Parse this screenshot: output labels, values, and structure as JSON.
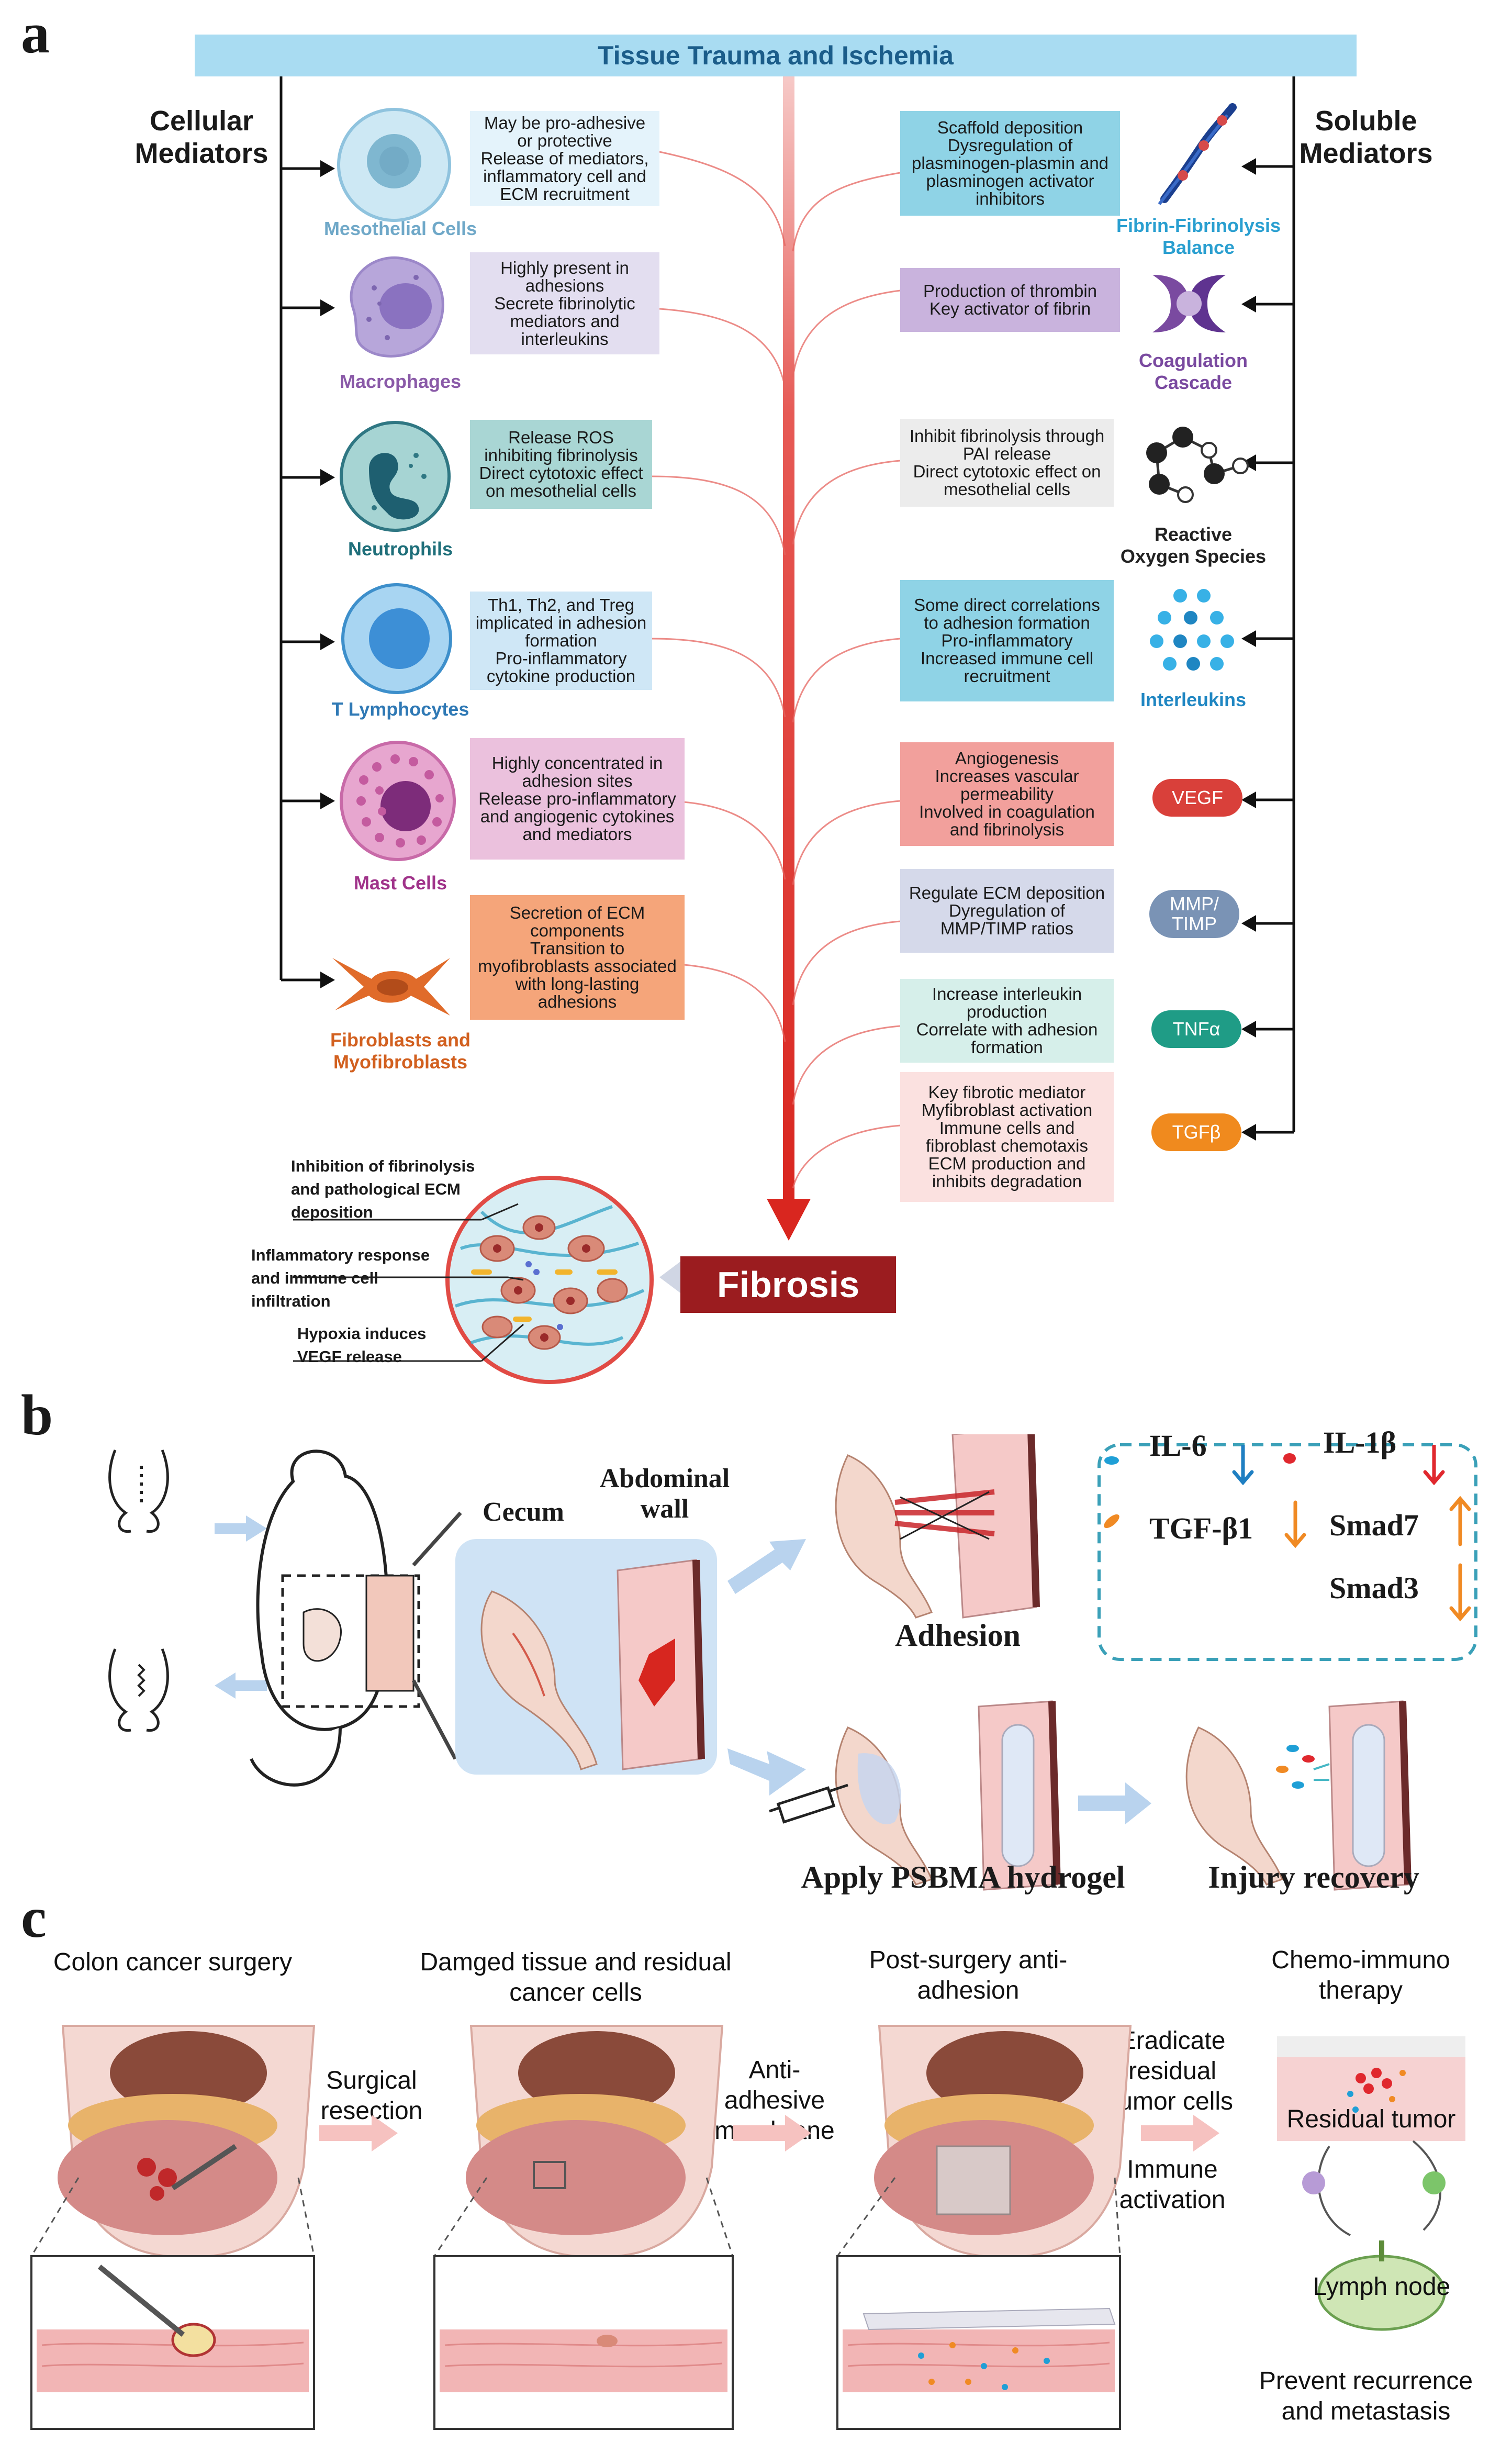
{
  "panel_a": {
    "letter": "a",
    "banner": "Tissue Trauma and Ischemia",
    "cellular_title": "Cellular\nMediators",
    "soluble_title": "Soluble\nMediators",
    "cellular": [
      {
        "name": "Mesothelial Cells",
        "desc": "May be pro-adhesive or protective\nRelease of mediators, inflammatory cell and ECM recruitment",
        "box_color": "#e4f3fb",
        "label_color": "#6fa8c8"
      },
      {
        "name": "Macrophages",
        "desc": "Highly present in adhesions\nSecrete fibrinolytic mediators and interleukins",
        "box_color": "#e3def0",
        "label_color": "#8a5aa8"
      },
      {
        "name": "Neutrophils",
        "desc": "Release ROS inhibiting fibrinolysis\nDirect cytotoxic effect on mesothelial cells",
        "box_color": "#a9d6d4",
        "label_color": "#1f6f7a"
      },
      {
        "name": "T Lymphocytes",
        "desc": "Th1, Th2, and Treg implicated in adhesion formation\nPro-inflammatory cytokine production",
        "box_color": "#cfe7f6",
        "label_color": "#2f79b5"
      },
      {
        "name": "Mast Cells",
        "desc": "Highly concentrated in adhesion sites\nRelease pro-inflammatory and angiogenic cytokines and mediators",
        "box_color": "#ebc1dd",
        "label_color": "#a0338a"
      },
      {
        "name": "Fibroblasts and\nMyofibroblasts",
        "desc": "Secretion of ECM components\nTransition to myofibroblasts associated with long-lasting adhesions",
        "box_color": "#f5a57a",
        "label_color": "#d2601f"
      }
    ],
    "soluble": [
      {
        "name": "Fibrin-Fibrinolysis\nBalance",
        "desc": "Scaffold deposition\nDysregulation of plasminogen-plasmin and plasminogen activator inhibitors",
        "box_color": "#8fd3e6",
        "label_color": "#2a9fd0"
      },
      {
        "name": "Coagulation\nCascade",
        "desc": "Production of thrombin\nKey activator of fibrin",
        "box_color": "#c9b3dd",
        "label_color": "#7a4aa0"
      },
      {
        "name": "Reactive\nOxygen Species",
        "desc": "Inhibit fibrinolysis through PAI release\nDirect cytotoxic effect on mesothelial cells",
        "box_color": "#ececec",
        "label_color": "#222222"
      },
      {
        "name": "Interleukins",
        "desc": "Some direct correlations to adhesion formation\nPro-inflammatory\nIncreased immune cell recruitment",
        "box_color": "#8fd3e6",
        "label_color": "#1f86c2"
      },
      {
        "name": "VEGF",
        "desc": "Angiogenesis\nIncreases vascular permeability\nInvolved in coagulation and fibrinolysis",
        "box_color": "#f2a09c",
        "label_color": "#d9403a"
      },
      {
        "name": "MMP/\nTIMP",
        "desc": "Regulate ECM deposition\nDyregulation of MMP/TIMP ratios",
        "box_color": "#d5d9ea",
        "label_color": "#7a93b5"
      },
      {
        "name": "TNFα",
        "desc": "Increase interleukin production\nCorrelate with adhesion formation",
        "box_color": "#d6efea",
        "label_color": "#1f9c86"
      },
      {
        "name": "TGFβ",
        "desc": "Key fibrotic mediator\nMyfibroblast activation\nImmune cells and fibroblast chemotaxis\nECM production and inhibits degradation",
        "box_color": "#fbe1e0",
        "label_color": "#f08a1e"
      }
    ],
    "fibrosis": "Fibrosis",
    "inset_labels": [
      "Inhibition of fibrinolysis\nand pathological ECM\ndeposition",
      "Inflammatory response\nand immune cell\ninfiltration",
      "Hypoxia induces\nVEGF release"
    ]
  },
  "panel_b": {
    "letter": "b",
    "cecum": "Cecum",
    "abdominal_wall": "Abdominal\nwall",
    "adhesion": "Adhesion",
    "apply": "Apply PSBMA hydrogel",
    "recovery": "Injury recovery",
    "cytokines": [
      {
        "name": "IL-6",
        "direction": "down",
        "arrow_color": "#1f7fc2",
        "dot_color": "#1f9fd6"
      },
      {
        "name": "IL-1β",
        "direction": "down",
        "arrow_color": "#e0282e",
        "dot_color": "#e0282e"
      },
      {
        "name": "TGF-β1",
        "direction": "down",
        "arrow_color": "#f08a24",
        "dot_color": "#f08a24"
      },
      {
        "name": "Smad7",
        "direction": "up",
        "arrow_color": "#f08a24"
      },
      {
        "name": "Smad3",
        "direction": "down",
        "arrow_color": "#f08a24"
      }
    ]
  },
  "panel_c": {
    "letter": "c",
    "steps": [
      {
        "title": "Colon cancer surgery"
      },
      {
        "title": "Damged tissue and residual\ncancer cells"
      },
      {
        "title": "Post-surgery anti-\nadhesion"
      },
      {
        "title": "Chemo-immuno\ntherapy"
      }
    ],
    "arrow_labels": [
      "Surgical\nresection",
      "Anti-\nadhesive\nmembrane",
      "Eradicate\nresidual\ntumor cells"
    ],
    "immune_activation": "Immune\nactivation",
    "residual_tumor": "Residual tumor",
    "lymph_node": "Lymph node",
    "prevent": "Prevent recurrence\nand metastasis"
  }
}
